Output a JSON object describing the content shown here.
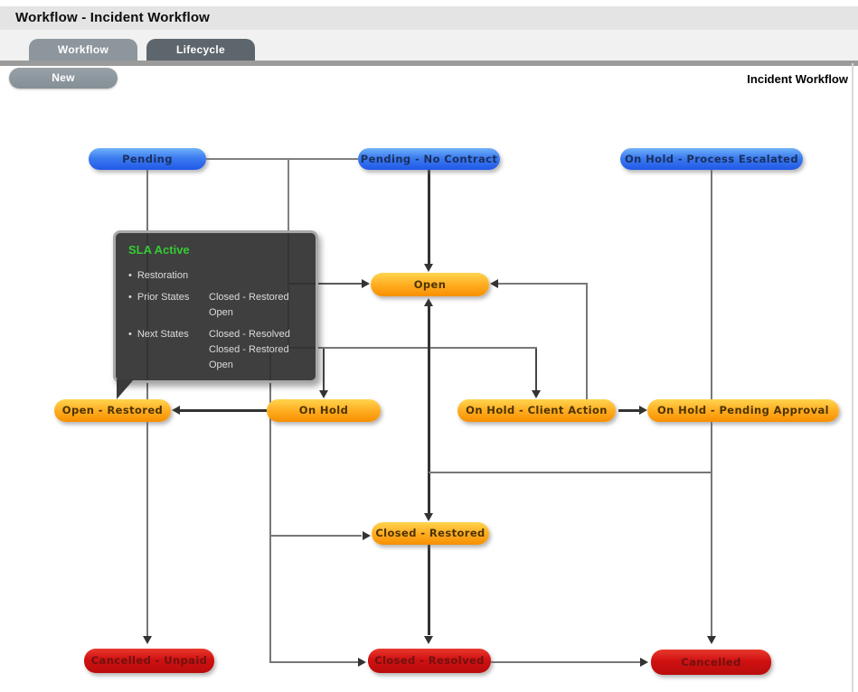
{
  "window": {
    "title": "Workflow - Incident Workflow"
  },
  "tabs": [
    {
      "label": "Workflow",
      "active": true
    },
    {
      "label": "Lifecycle",
      "active": false
    }
  ],
  "toolbar": {
    "new_label": "New",
    "context_label": "Incident Workflow"
  },
  "tooltip": {
    "title": "SLA Active",
    "bullet": "•",
    "rows": [
      {
        "label": "Restoration",
        "values": []
      },
      {
        "label": "Prior States",
        "values": [
          "Closed - Restored",
          "Open"
        ]
      },
      {
        "label": "Next States",
        "values": [
          "Closed - Resolved",
          "Closed - Restored",
          "Open"
        ]
      }
    ]
  },
  "nodes": [
    {
      "id": "pending",
      "label": "Pending",
      "state_color": "blue"
    },
    {
      "id": "pending-no-contract",
      "label": "Pending - No Contract",
      "state_color": "blue"
    },
    {
      "id": "on-hold-process-escalated",
      "label": "On Hold - Process Escalated",
      "state_color": "blue"
    },
    {
      "id": "open",
      "label": "Open",
      "state_color": "orange"
    },
    {
      "id": "open-restored",
      "label": "Open - Restored",
      "state_color": "orange"
    },
    {
      "id": "on-hold",
      "label": "On Hold",
      "state_color": "orange"
    },
    {
      "id": "on-hold-client-action",
      "label": "On Hold - Client Action",
      "state_color": "orange"
    },
    {
      "id": "on-hold-pending-approval",
      "label": "On Hold - Pending Approval",
      "state_color": "orange"
    },
    {
      "id": "closed-restored",
      "label": "Closed - Restored",
      "state_color": "orange"
    },
    {
      "id": "cancelled-unpaid",
      "label": "Cancelled - Unpaid",
      "state_color": "red"
    },
    {
      "id": "closed-resolved",
      "label": "Closed - Resolved",
      "state_color": "red"
    },
    {
      "id": "cancelled",
      "label": "Cancelled",
      "state_color": "red"
    }
  ],
  "colors": {
    "entry_state": "#2e6de8",
    "active_state": "#ffa81e",
    "exit_state": "#d01111",
    "sla_active": "#33cc33",
    "tab_active": "#8d969d",
    "tab_inactive": "#5e666d"
  }
}
